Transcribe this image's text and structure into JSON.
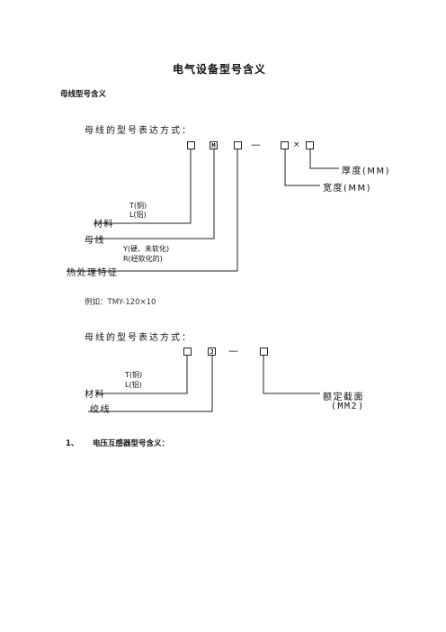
{
  "doc": {
    "title": "电气设备型号含义",
    "section_busbar": "母线型号含义",
    "section_pt_num": "1、",
    "section_pt": "电压互感器型号含义："
  },
  "diagram1": {
    "heading": "母线的型号表达方式：",
    "box2_label": "M",
    "dash": "—",
    "times": "×",
    "thickness": "厚度(MM)",
    "width": "宽度(MM)",
    "material_opts": [
      "T(铜)",
      "L(铝)"
    ],
    "material": "材料",
    "busbar": "母线",
    "heat_opts": [
      "Y(硬、未软化)",
      "R(经软化的)"
    ],
    "heat": "热处理特征"
  },
  "example": "例如：TMY-120×10",
  "diagram2": {
    "heading": "母线的型号表达方式：",
    "box2_label": "J",
    "dash": "—",
    "material_opts": [
      "T(铜)",
      "L(铝)"
    ],
    "material": "材料",
    "stranded": "绞线",
    "rated_section": "额定截面",
    "rated_unit": "(MM2)"
  }
}
